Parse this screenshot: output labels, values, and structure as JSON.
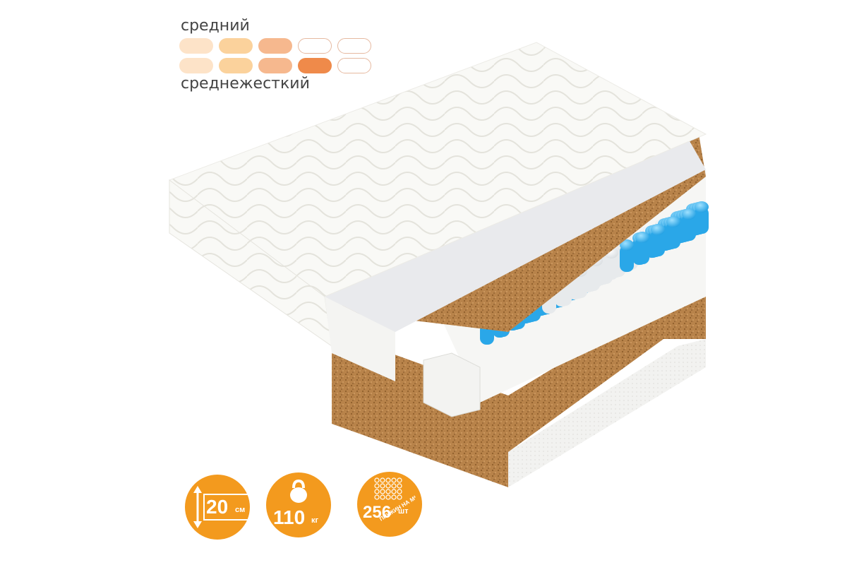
{
  "firmness": {
    "top_label": "средний",
    "bottom_label": "среднежесткий",
    "top_scale": {
      "level": 3,
      "of": 5
    },
    "bottom_scale": {
      "level": 4,
      "of": 5
    },
    "colors": [
      "#fde3c8",
      "#fbd29c",
      "#f6b88e",
      "#ef8a4a"
    ]
  },
  "badges": {
    "height": {
      "value": "20",
      "unit": "см",
      "icon": "height-arrow-icon"
    },
    "weight": {
      "value": "110",
      "unit": "кг",
      "icon": "kettlebell-icon"
    },
    "springs": {
      "value": "256",
      "unit": "шт",
      "caption": "ПРУЖИН НА М²",
      "icon": "springs-grid-icon"
    }
  },
  "accent": "#f39a1e"
}
